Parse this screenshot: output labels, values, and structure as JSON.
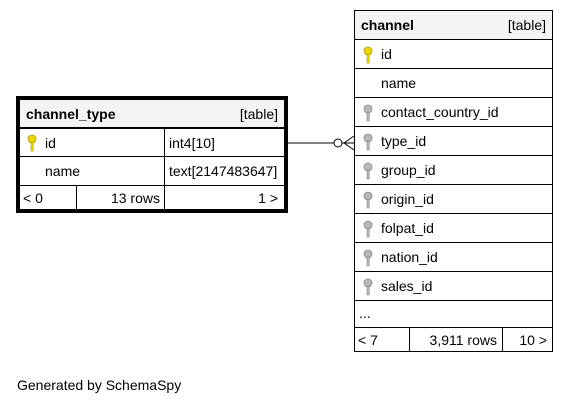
{
  "channel_type": {
    "name": "channel_type",
    "kind": "[table]",
    "columns": [
      {
        "name": "id",
        "type": "int4[10]",
        "key": "primary"
      },
      {
        "name": "name",
        "type": "text[2147483647]",
        "key": "none"
      }
    ],
    "footer": {
      "left": "< 0",
      "rows": "13 rows",
      "right": "1 >"
    }
  },
  "channel": {
    "name": "channel",
    "kind": "[table]",
    "columns": [
      {
        "name": "id",
        "key": "primary"
      },
      {
        "name": "name",
        "key": "none"
      },
      {
        "name": "contact_country_id",
        "key": "foreign"
      },
      {
        "name": "type_id",
        "key": "foreign"
      },
      {
        "name": "group_id",
        "key": "foreign"
      },
      {
        "name": "origin_id",
        "key": "foreign"
      },
      {
        "name": "folpat_id",
        "key": "foreign"
      },
      {
        "name": "nation_id",
        "key": "foreign"
      },
      {
        "name": "sales_id",
        "key": "foreign"
      }
    ],
    "ellipsis": "...",
    "footer": {
      "left": "< 7",
      "rows": "3,911 rows",
      "right": "10 >"
    }
  },
  "generated_by": "Generated by SchemaSpy",
  "colors": {
    "primary_key": "#e8d800",
    "foreign_key": "#a0a0a0",
    "header_bg": "#f4f4f4"
  }
}
